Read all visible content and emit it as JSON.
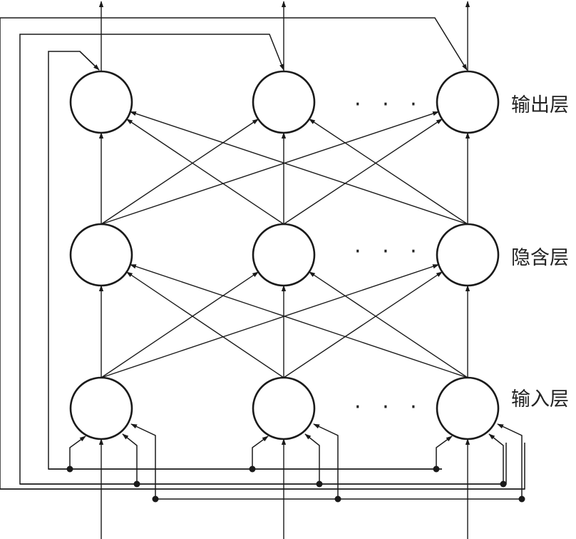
{
  "layers": [
    {
      "id": "output",
      "label": "输出层"
    },
    {
      "id": "hidden",
      "label": "隐含层"
    },
    {
      "id": "input",
      "label": "输入层"
    }
  ],
  "ellipsis": "· · ·",
  "nodes_per_layer_shown": 3
}
